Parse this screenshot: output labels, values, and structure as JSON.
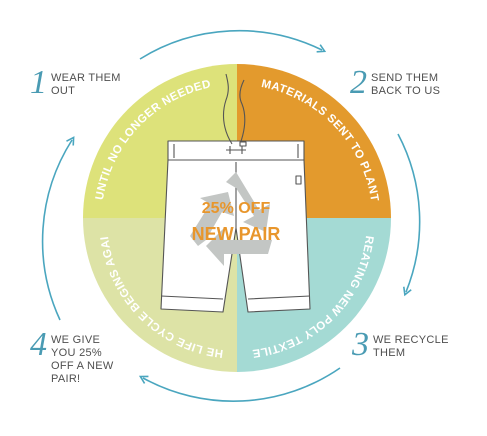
{
  "colors": {
    "arrow": "#4aa6bf",
    "quadrant_top_left": "#dde27a",
    "quadrant_top_right": "#e39a2d",
    "quadrant_bottom_right": "#a4dad4",
    "quadrant_bottom_left": "#dde3a6",
    "offer_text": "#e8962c",
    "recycle_symbol": "#c3c6c4",
    "shorts_outline": "#555555"
  },
  "steps": [
    {
      "number": "1",
      "text": "WEAR THEM\nOUT"
    },
    {
      "number": "2",
      "text": "SEND THEM\nBACK TO US"
    },
    {
      "number": "3",
      "text": "WE RECYCLE\nTHEM"
    },
    {
      "number": "4",
      "text": "WE GIVE\nYOU 25%\nOFF A NEW\nPAIR!"
    }
  ],
  "quadrants": {
    "top_left": "UNTIL NO LONGER NEEDED",
    "top_right": "MATERIALS SENT TO PLANT",
    "bottom_right": "CREATING NEW POLY TEXTILES",
    "bottom_left": "THE LIFE CYCLE BEGINS AGAIN"
  },
  "offer": {
    "line1": "25% OFF",
    "line2": "NEW PAIR"
  },
  "icons": {
    "product": "board-shorts-icon",
    "recycle": "recycle-icon",
    "cycle_arrows": "cycle-arrow-icon"
  }
}
